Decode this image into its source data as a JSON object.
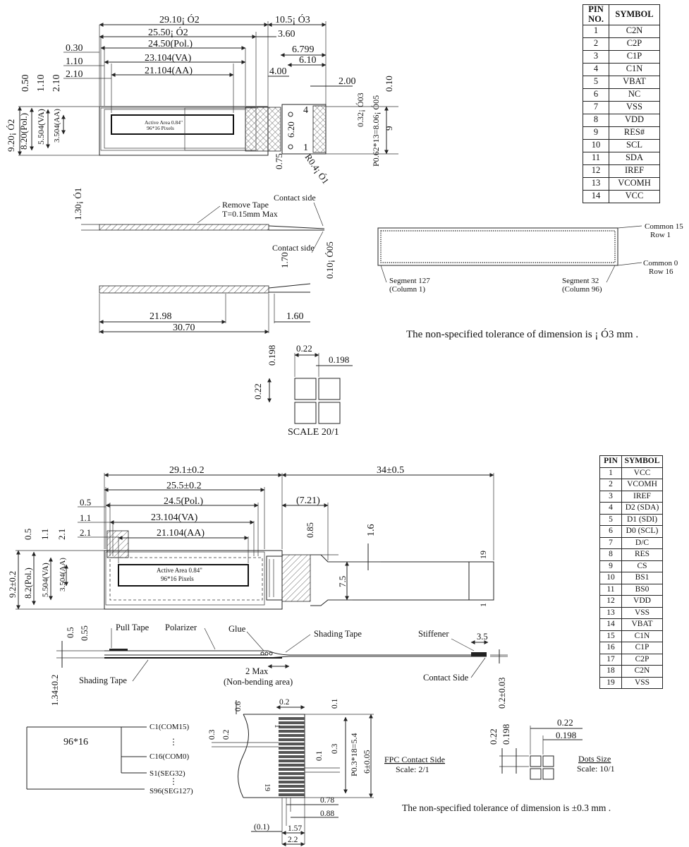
{
  "top": {
    "dims": {
      "w_total": "29.10¡ Ó2",
      "w_fpc": "10.5¡ Ó3",
      "w_glass": "25.50¡ Ó2",
      "w_360": "3.60",
      "w_pol": "24.50(Pol.)",
      "w_6799": "6.799",
      "w_va": "23.104(VA)",
      "w_610": "6.10",
      "w_aa": "21.104(AA)",
      "w_400": "4.00",
      "w_200": "2.00",
      "l_030": "0.30",
      "l_110": "1.10",
      "l_210": "2.10",
      "v_050": "0.50",
      "v_110": "1.10",
      "v_210": "2.10",
      "h_920": "9.20¡ Ó2",
      "h_820": "8.20(Pol.)",
      "h_5504": "5.504(VA)",
      "h_3504": "3.504(AA)",
      "h_620": "6.20",
      "h_075": "0.75",
      "h_032": "0.32¡ Ó03",
      "h_010": "0.10",
      "h_9": "9",
      "pitch": "P0.62*13=8.06¡ Ó05",
      "radius": "R0.4¡ Ó1",
      "pin1": "1",
      "pin4": "4",
      "active_area": "Active Area 0.84\"",
      "pixels": "96*16 Pixels"
    },
    "side": {
      "h_130": "1.30¡ Ó1",
      "remove_tape": "Remove Tape",
      "tape_t": "T=0.15mm Max",
      "contact_side_1": "Contact side",
      "contact_side_2": "Contact side",
      "h_170": "1.70",
      "h_010b": "0.10¡ Ó05",
      "w_2198": "21.98",
      "w_160": "1.60",
      "w_3070": "30.70"
    },
    "dots": {
      "d_022": "0.22",
      "d_0198a": "0.198",
      "d_0198b": "0.198",
      "d_022v": "0.22",
      "scale": "SCALE 20/1"
    },
    "matrix": {
      "common15": "Common 15",
      "row1": "Row 1",
      "common0": "Common 0",
      "row16": "Row 16",
      "seg127": "Segment 127",
      "col1": "(Column 1)",
      "seg32": "Segment 32",
      "col96": "(Column 96)"
    },
    "pin_table": {
      "headers": [
        "PIN NO.",
        "SYMBOL"
      ],
      "rows": [
        [
          "1",
          "C2N"
        ],
        [
          "2",
          "C2P"
        ],
        [
          "3",
          "C1P"
        ],
        [
          "4",
          "C1N"
        ],
        [
          "5",
          "VBAT"
        ],
        [
          "6",
          "NC"
        ],
        [
          "7",
          "VSS"
        ],
        [
          "8",
          "VDD"
        ],
        [
          "9",
          "RES#"
        ],
        [
          "10",
          "SCL"
        ],
        [
          "11",
          "SDA"
        ],
        [
          "12",
          "IREF"
        ],
        [
          "13",
          "VCOMH"
        ],
        [
          "14",
          "VCC"
        ]
      ]
    },
    "note": "The non-specified tolerance of dimension is ¡ Ó3 mm ."
  },
  "bottom": {
    "dims": {
      "w_total": "29.1±0.2",
      "w_fpc": "34±0.5",
      "w_glass": "25.5±0.2",
      "w_pol": "24.5(Pol.)",
      "w_721": "(7.21)",
      "w_va": "23.104(VA)",
      "w_aa": "21.104(AA)",
      "l_05": "0.5",
      "l_11": "1.1",
      "l_21": "2.1",
      "v_05": "0.5",
      "v_11": "1.1",
      "v_21": "2.1",
      "v_085": "0.85",
      "v_16": "1.6",
      "h_92": "9.2±0.2",
      "h_82": "8.2(Pol.)",
      "h_5504": "5.504(VA)",
      "h_3504": "3.504(AA)",
      "h_75": "7.5",
      "pin19": "19",
      "pin1": "1",
      "active_area": "Active Area 0.84\"",
      "pixels": "96*16 Pixels"
    },
    "side": {
      "v_05": "0.5",
      "v_055": "0.55",
      "pull_tape": "Pull Tape",
      "polarizer": "Polarizer",
      "glue": "Glue",
      "shading_tape_r": "Shading Tape",
      "stiffener": "Stiffener",
      "w_35": "3.5",
      "shading_tape_l": "Shading Tape",
      "two_max": "2 Max",
      "non_bending": "(Non-bending area)",
      "contact_side": "Contact Side",
      "h_134": "1.34±0.2",
      "h_02": "0.2±0.03"
    },
    "matrix": {
      "size": "96*16",
      "c1": "C1(COM15)",
      "vdots1": "⋮",
      "c16": "C16(COM0)",
      "s1": "S1(SEG32)",
      "vdots2": "⋮",
      "s96": "S96(SEG127)"
    },
    "fpc": {
      "d_06": "0.6",
      "d_02": "0.2",
      "d_01": "0.1",
      "d_03a": "0.3",
      "d_02b": "0.2",
      "d_01b": "0.1",
      "d_03b": "0.3",
      "pitch": "P0.3*18=5.4",
      "d_6": "6±0.05",
      "pin1": "1",
      "pin19": "19",
      "d_078": "0.78",
      "d_088": "0.88",
      "d_01c": "(0.1)",
      "d_157": "1.57",
      "d_22": "2.2",
      "label": "FPC Contact Side",
      "scale": "Scale: 2/1"
    },
    "dots": {
      "d_022": "0.22",
      "d_0198": "0.198",
      "d_022v": "0.22",
      "d_0198v": "0.198",
      "label": "Dots Size",
      "scale": "Scale: 10/1"
    },
    "pin_table": {
      "headers": [
        "PIN",
        "SYMBOL"
      ],
      "rows": [
        [
          "1",
          "VCC"
        ],
        [
          "2",
          "VCOMH"
        ],
        [
          "3",
          "IREF"
        ],
        [
          "4",
          "D2 (SDA)"
        ],
        [
          "5",
          "D1 (SDI)"
        ],
        [
          "6",
          "D0 (SCL)"
        ],
        [
          "7",
          "D/C"
        ],
        [
          "8",
          "RES"
        ],
        [
          "9",
          "CS"
        ],
        [
          "10",
          "BS1"
        ],
        [
          "11",
          "BS0"
        ],
        [
          "12",
          "VDD"
        ],
        [
          "13",
          "VSS"
        ],
        [
          "14",
          "VBAT"
        ],
        [
          "15",
          "C1N"
        ],
        [
          "16",
          "C1P"
        ],
        [
          "17",
          "C2P"
        ],
        [
          "18",
          "C2N"
        ],
        [
          "19",
          "VSS"
        ]
      ]
    },
    "note": "The non-specified tolerance of dimension is ±0.3 mm ."
  }
}
